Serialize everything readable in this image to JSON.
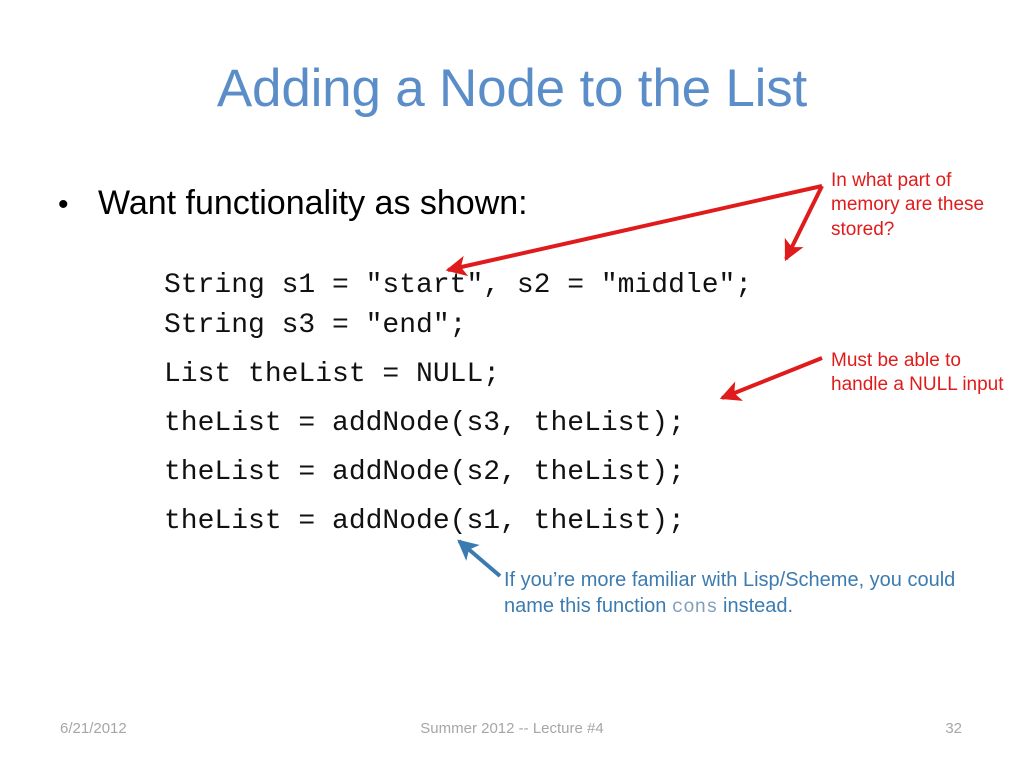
{
  "slide": {
    "title": "Adding a Node to the List",
    "bullet_marker": "•",
    "bullet_text": "Want functionality as shown:"
  },
  "code": {
    "lines": [
      "String s1 = \"start\", s2 = \"middle\";",
      "String s3 = \"end\";",
      "List theList = NULL;",
      "theList = addNode(s3, theList);",
      "theList = addNode(s2, theList);",
      "theList = addNode(s1, theList);"
    ]
  },
  "annotations": {
    "memory": {
      "text": "In what part of memory are these stored?",
      "color": "#e01b1b"
    },
    "null_input": {
      "text": "Must be able to handle a NULL input",
      "color": "#e01b1b"
    },
    "cons": {
      "text_before": "If you’re more familiar with Lisp/Scheme, you could name this function ",
      "mono_term": "cons",
      "text_after": " instead.",
      "color": "#3c7bb0"
    }
  },
  "arrows": {
    "red_to_start": "red-arrow-to-start-literal",
    "red_to_middle": "red-arrow-to-middle-literal",
    "red_to_null": "red-arrow-to-null-argument",
    "blue_to_addnode": "blue-arrow-to-addnode-call"
  },
  "colors": {
    "title_blue": "#5b8ec9",
    "annotation_red": "#e01b1b",
    "annotation_blue": "#3c7bb0",
    "footer_gray": "#a6a6a6",
    "code_black": "#111111"
  },
  "footer": {
    "date": "6/21/2012",
    "center": "Summer 2012 -- Lecture #4",
    "page": "32"
  }
}
